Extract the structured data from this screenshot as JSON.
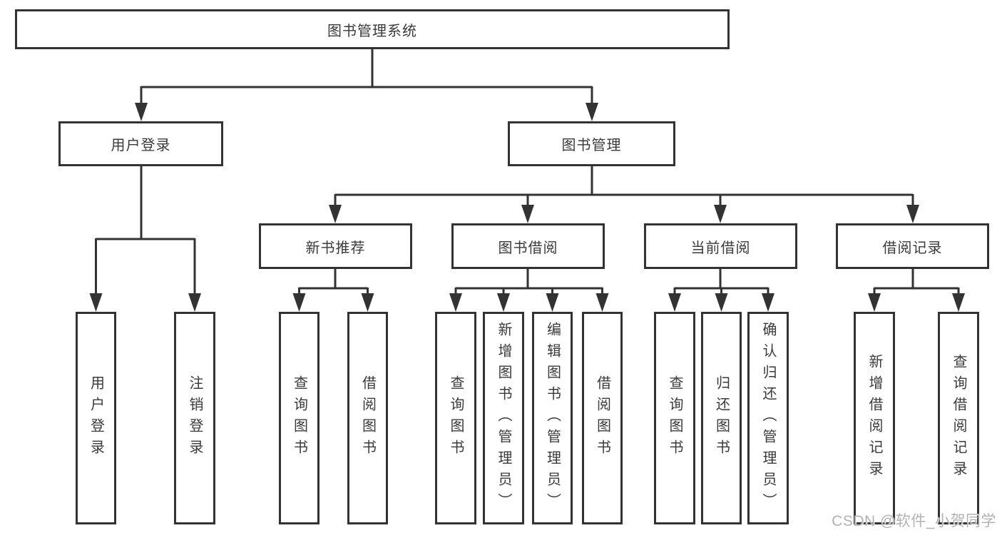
{
  "diagram": {
    "title": "图书管理系统",
    "level2": [
      "用户登录",
      "图书管理"
    ],
    "level3": [
      "新书推荐",
      "图书借阅",
      "当前借阅",
      "借阅记录"
    ],
    "level4": [
      "用户登录",
      "注销登录",
      "查询图书",
      "借阅图书",
      "查询图书",
      "新增图书（管理员）",
      "编辑图书（管理员）",
      "借阅图书",
      "查询图书",
      "归还图书",
      "确认归还（管理员）",
      "新增借阅记录",
      "查询借阅记录"
    ]
  },
  "watermark": "CSDN @软件_小贺同学",
  "colors": {
    "line": "#333333",
    "text": "#3a3a3a",
    "box_fill": "#ffffff",
    "watermark": "#b2b2b2",
    "background": "#ffffff"
  }
}
